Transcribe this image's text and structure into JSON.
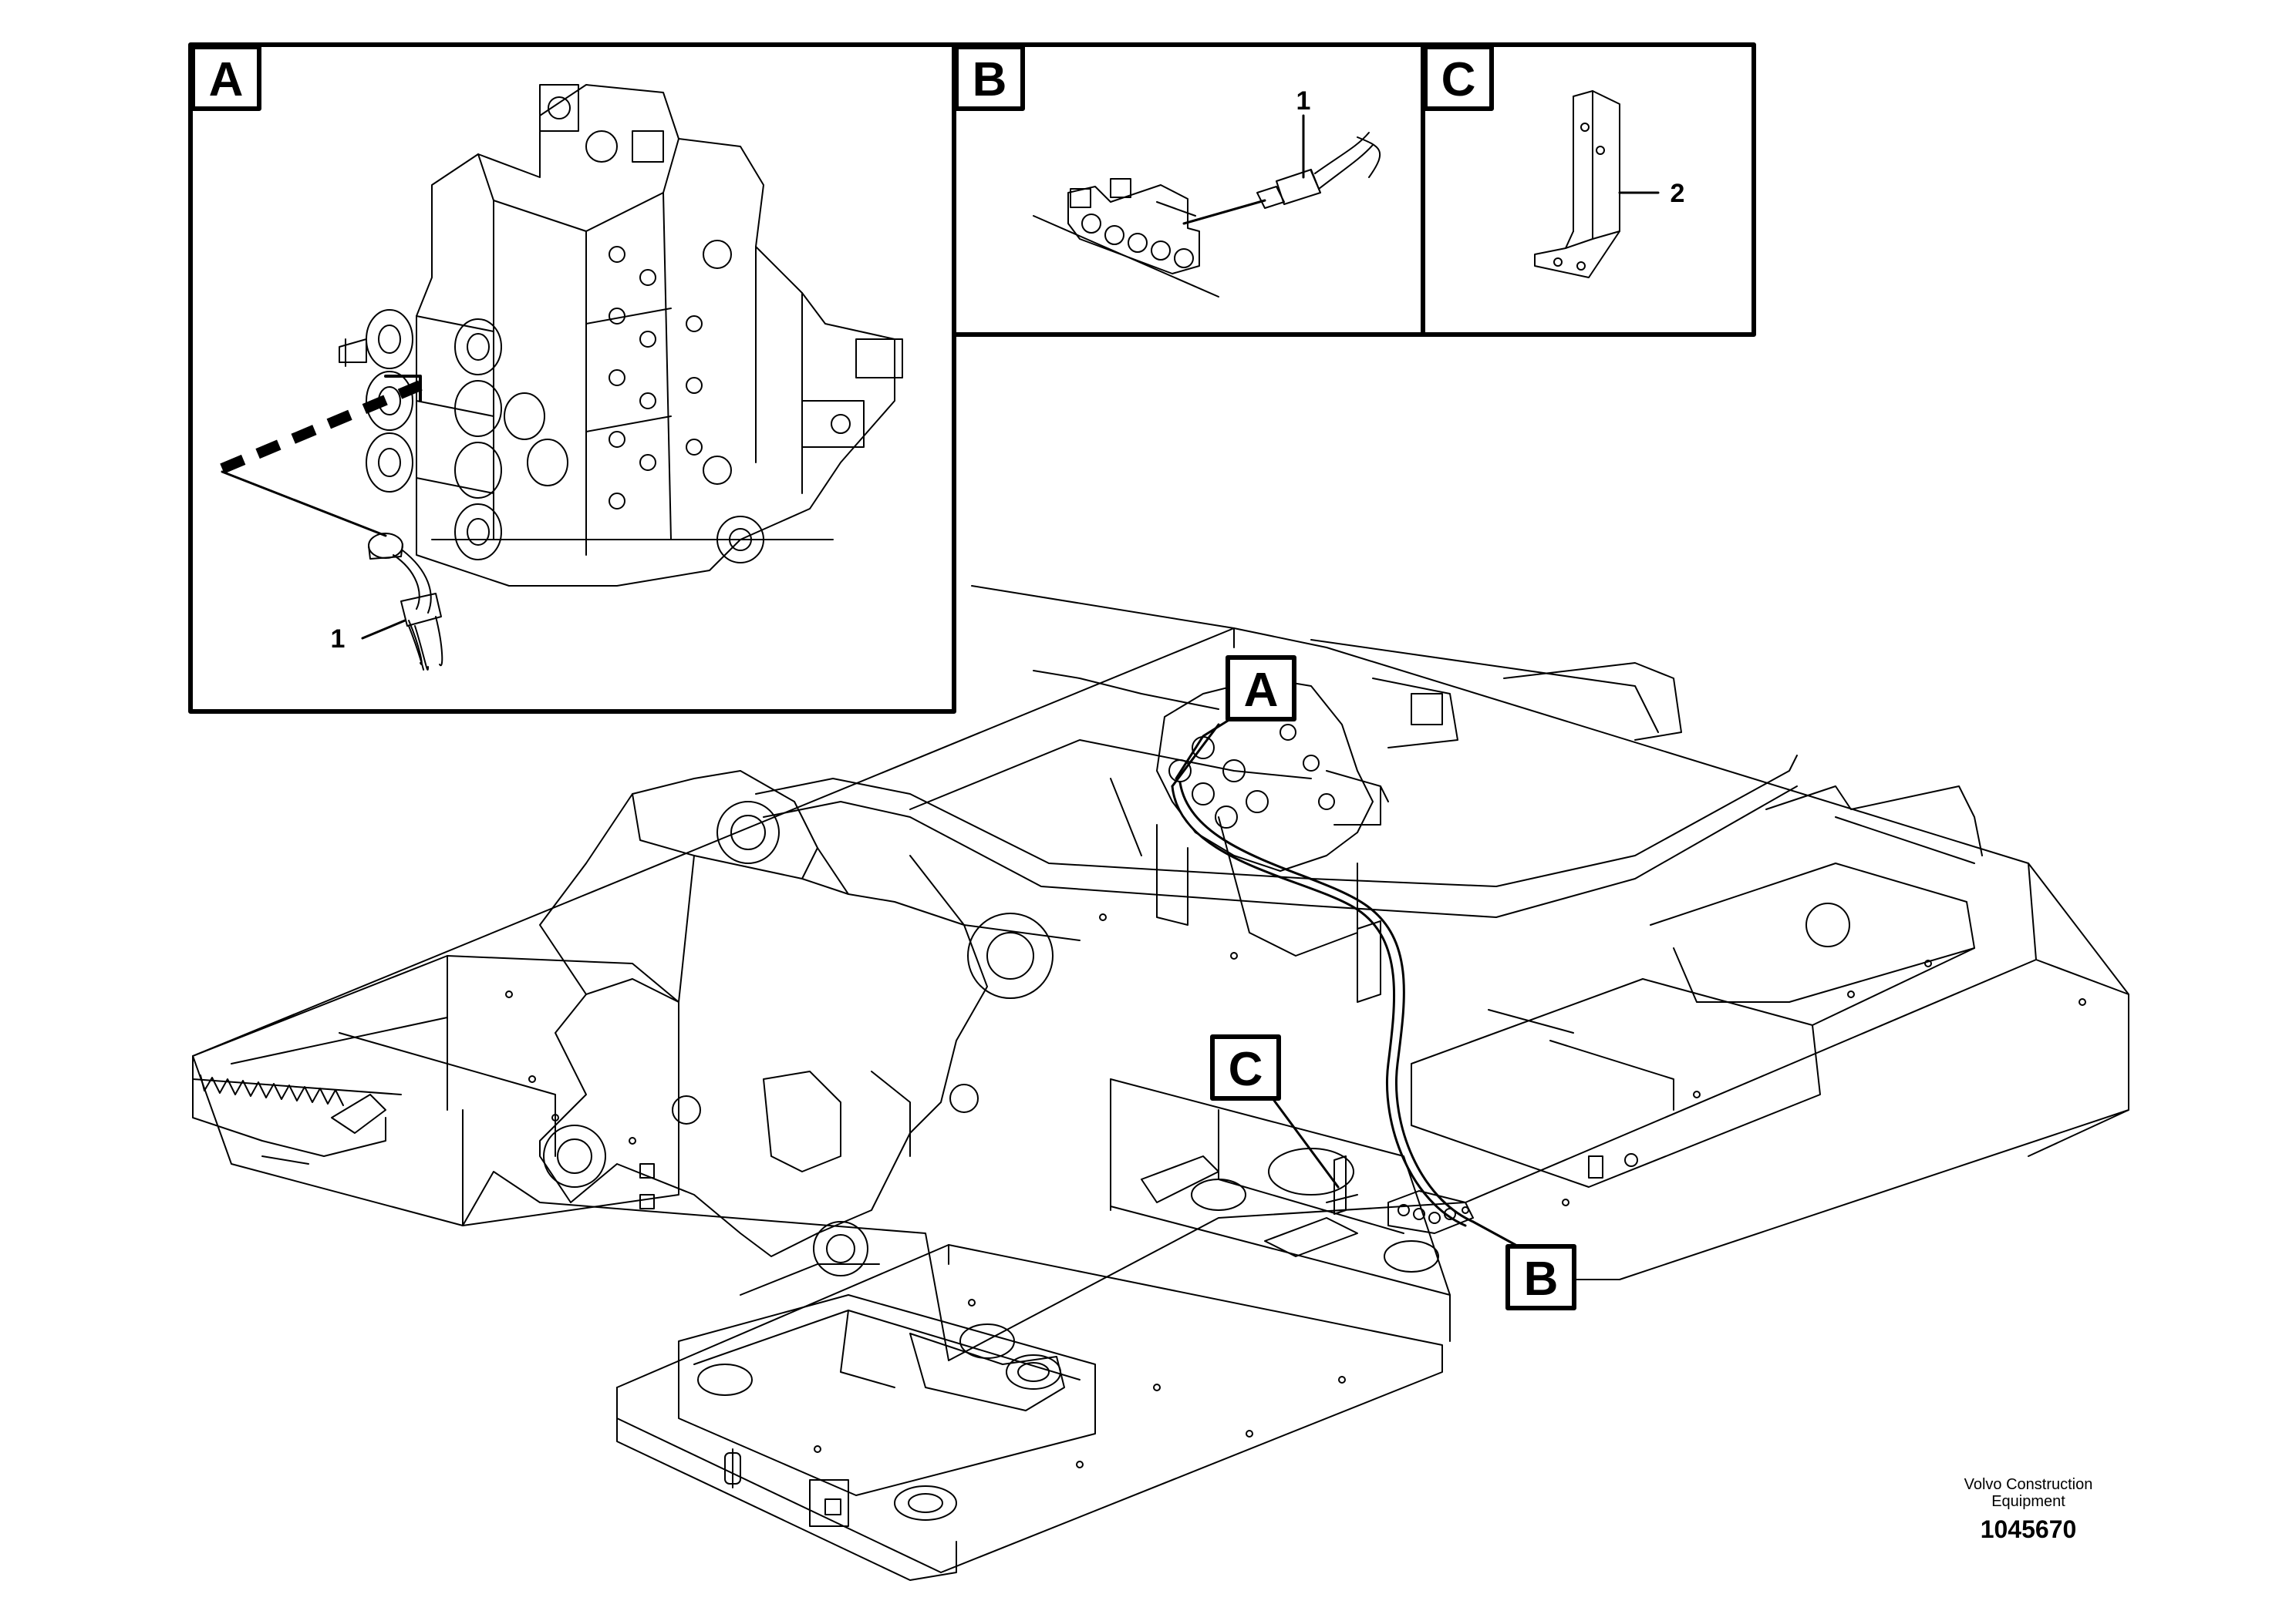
{
  "detail_views": {
    "a": {
      "label": "A",
      "part_number": "1"
    },
    "b": {
      "label": "B",
      "part_number": "1"
    },
    "c": {
      "label": "C",
      "part_number": "2"
    }
  },
  "main_callouts": {
    "a": "A",
    "b": "B",
    "c": "C"
  },
  "footer": {
    "brand_line_1": "Volvo Construction",
    "brand_line_2": "Equipment",
    "drawing_number": "1045670"
  }
}
